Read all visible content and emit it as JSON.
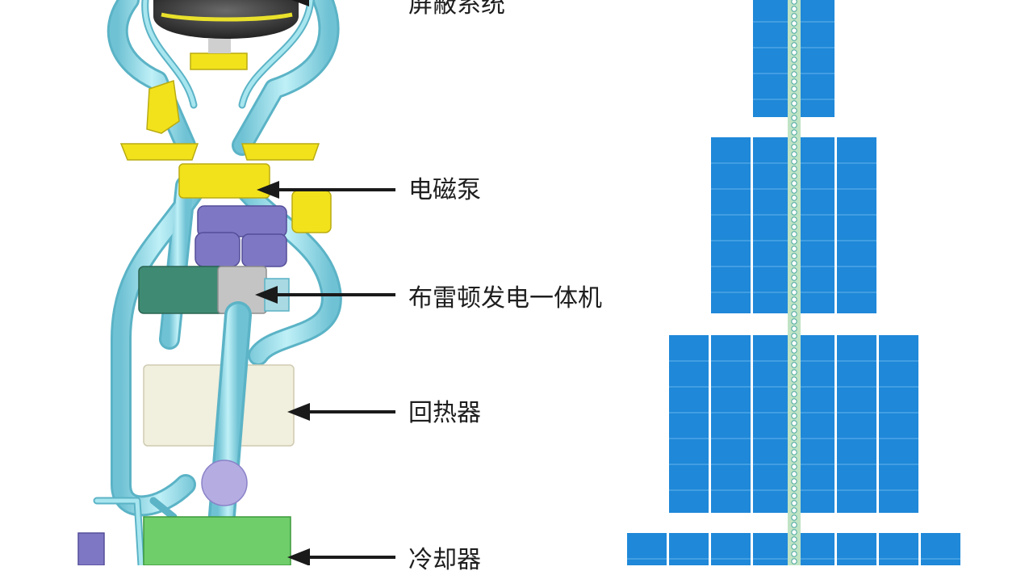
{
  "labels": [
    {
      "id": "shielding-system",
      "text": "屏蔽系统"
    },
    {
      "id": "electromagnetic-pump",
      "text": "电磁泵"
    },
    {
      "id": "brayton-generator",
      "text": "布雷顿发电一体机"
    },
    {
      "id": "recuperator",
      "text": "回热器"
    },
    {
      "id": "cooler",
      "text": "冷却器"
    }
  ],
  "colors": {
    "pipe": "#8fd3e0",
    "pipe_edge": "#5bb3c6",
    "yellow_part": "#f2e21c",
    "purple_part": "#7e78c4",
    "green_part": "#3f8a73",
    "grey_part": "#c4c4c4",
    "cream_part": "#f1efdd",
    "cooler_green": "#6fce6a",
    "panel_blue": "#1f88d8",
    "panel_line": "#66b4ec",
    "spine": "#bfe3c4",
    "arrow": "#1a1a1a"
  }
}
